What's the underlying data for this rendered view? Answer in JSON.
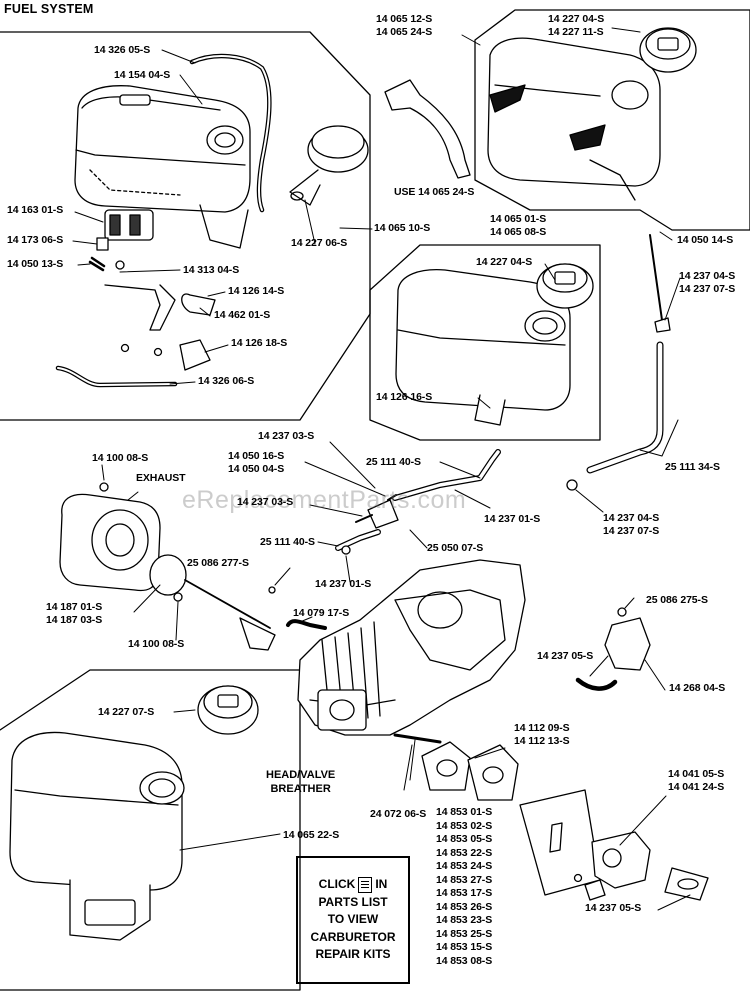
{
  "title": "FUEL SYSTEM",
  "watermark": "eReplacementParts.com",
  "labels": {
    "p1432605S": "14 326 05-S",
    "p1415404S": "14 154 04-S",
    "p1416301S": "14 163 01-S",
    "p1417306S": "14 173 06-S",
    "p1405013S": "14 050 13-S",
    "p1431304S": "14 313 04-S",
    "p1412614S": "14 126 14-S",
    "p1446201S": "14 462 01-S",
    "p1412618S": "14 126 18-S",
    "p1432606S": "14 326 06-S",
    "p1422706S": "14 227 06-S",
    "p1406510S": "14 065 10-S",
    "p1406512S": "14 065 12-S",
    "p1406524S": "14 065 24-S",
    "use1406524S": "USE 14 065 24-S",
    "p1422704S_top": "14 227 04-S",
    "p1422711S": "14 227 11-S",
    "p1406501S": "14 065 01-S",
    "p1406508S": "14 065 08-S",
    "p1422704S_mid": "14 227 04-S",
    "p1412616S": "14 126 16-S",
    "p1405014S": "14 050 14-S",
    "p1423704S_a": "14 237 04-S",
    "p1423707S_a": "14 237 07-S",
    "p2511134S": "25 111 34-S",
    "p1423703S_a": "14 237 03-S",
    "p1405016S": "14 050 16-S",
    "p1405004S": "14 050 04-S",
    "p2511140S_a": "25 111 40-S",
    "p1423703S_b": "14 237 03-S",
    "p1423701S_a": "14 237 01-S",
    "p1423704S_b": "14 237 04-S",
    "p1423707S_b": "14 237 07-S",
    "p1410008S_a": "14 100 08-S",
    "exhaust": "EXHAUST",
    "p2511140S_b": "25 111 40-S",
    "p2505007S": "25 050 07-S",
    "p1423701S_b": "14 237 01-S",
    "p25086277S": "25 086 277-S",
    "p1418701S": "14 187 01-S",
    "p1418703S": "14 187 03-S",
    "p1410008S_b": "14 100 08-S",
    "p1407917S": "14 079 17-S",
    "p25086275S": "25 086 275-S",
    "p1423705S_a": "14 237 05-S",
    "p1426804S": "14 268 04-S",
    "p1422707S": "14 227 07-S",
    "p1411209S": "14 112 09-S",
    "p1411213S": "14 112 13-S",
    "headvalve1": "HEAD/VALVE",
    "headvalve2": "BREATHER",
    "p2407206S": "24 072 06-S",
    "p1404105S": "14 041 05-S",
    "p1404124S": "14 041 24-S",
    "p1406522S": "14 065 22-S",
    "p1423705S_b": "14 237 05-S"
  },
  "carb_list": [
    "14 853 01-S",
    "14 853 02-S",
    "14 853 05-S",
    "14 853 22-S",
    "14 853 24-S",
    "14 853 27-S",
    "14 853 17-S",
    "14 853 26-S",
    "14 853 23-S",
    "14 853 25-S",
    "14 853 15-S",
    "14 853 08-S"
  ],
  "clickbox": {
    "l1a": "CLICK",
    "l1b": "IN",
    "l2": "PARTS LIST",
    "l3": "TO VIEW",
    "l4": "CARBURETOR",
    "l5": "REPAIR KITS",
    "icon": "parts-list-icon"
  }
}
